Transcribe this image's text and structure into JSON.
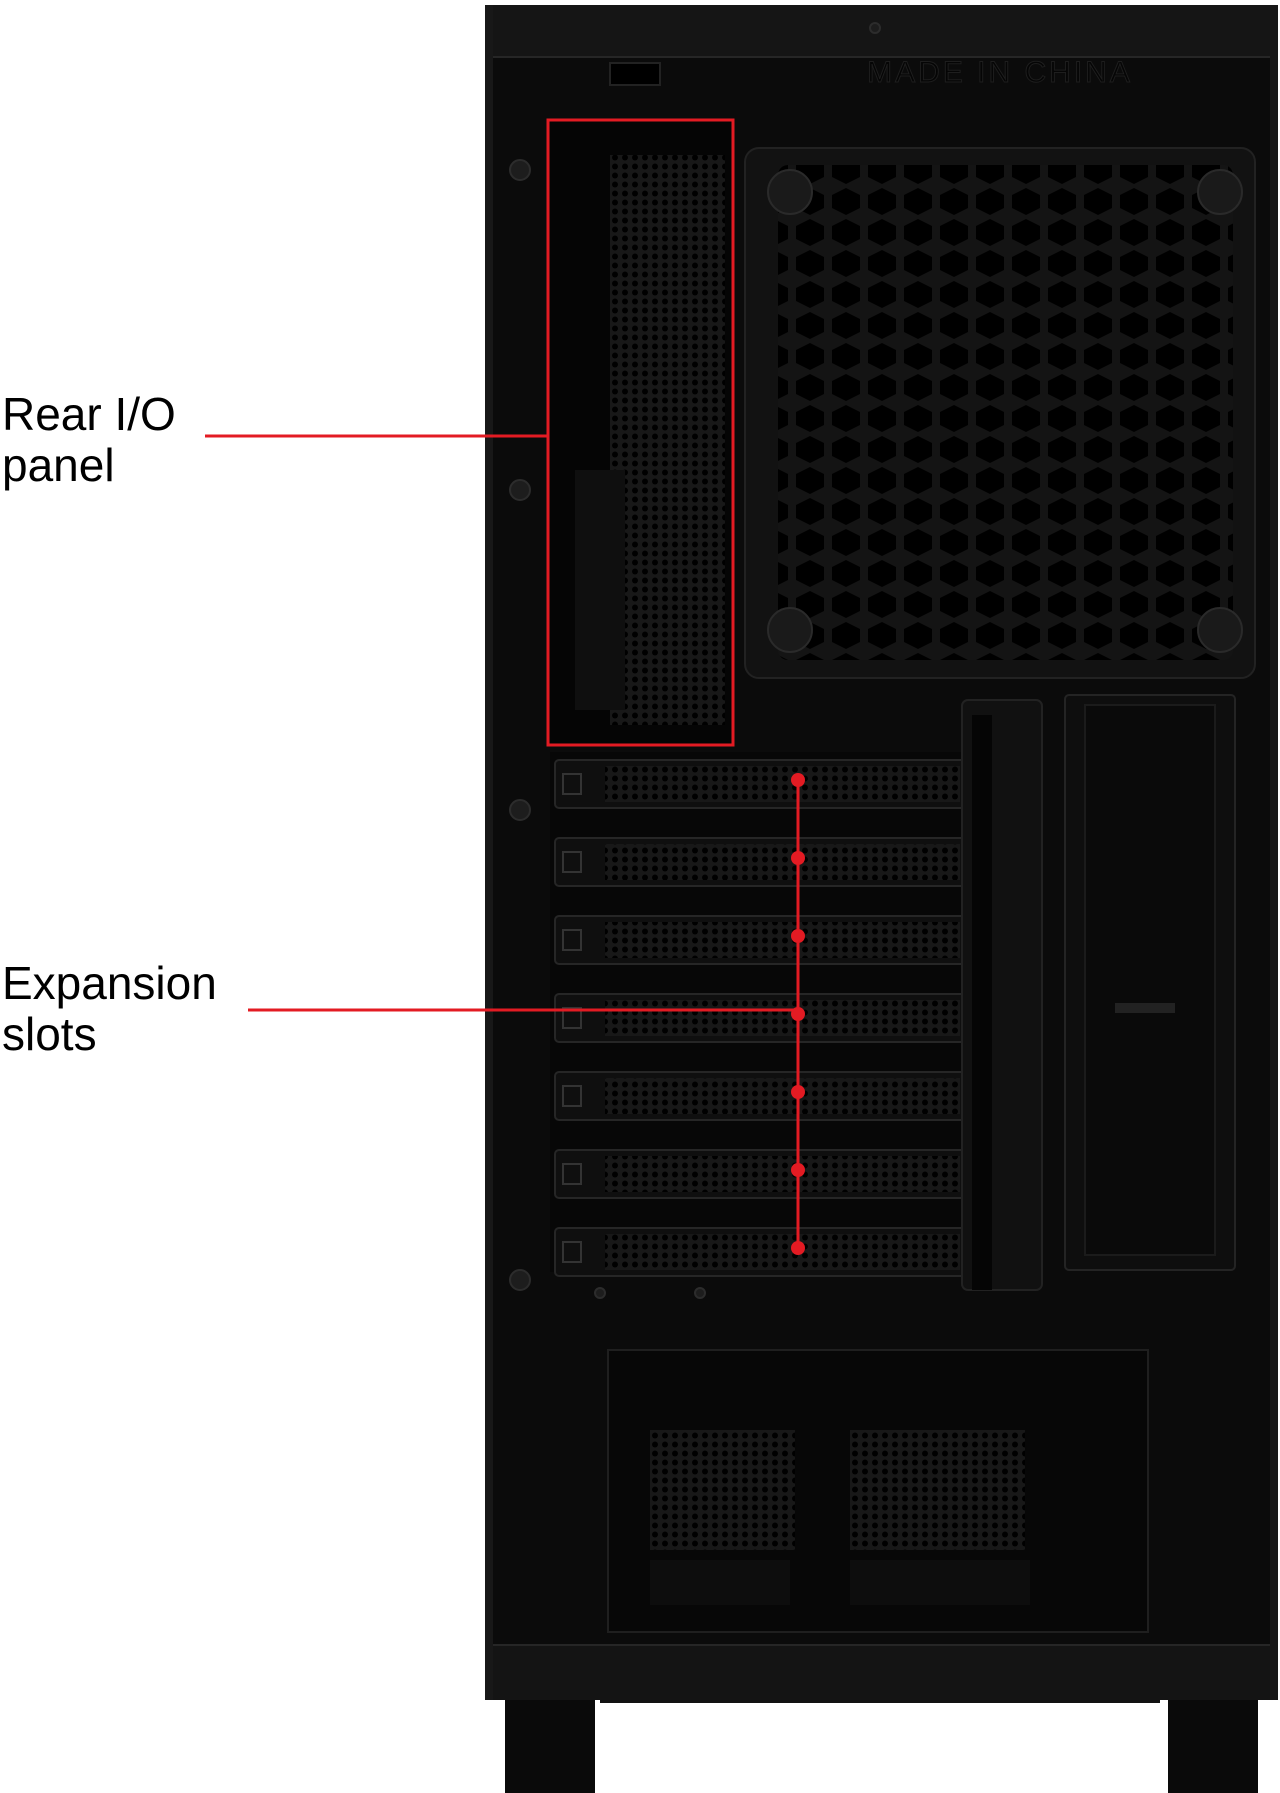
{
  "callouts": {
    "rear_io": {
      "line1": "Rear I/O",
      "line2": "panel"
    },
    "expansion": {
      "line1": "Expansion",
      "line2": "slots"
    }
  },
  "case": {
    "stamp_text": "MADE IN CHINA",
    "expansion_slot_count": 7
  },
  "colors": {
    "highlight": "#e31b23",
    "case_body": "#0b0b0b",
    "case_edge": "#1c1c1c",
    "label_text": "#000000",
    "background": "#ffffff"
  }
}
